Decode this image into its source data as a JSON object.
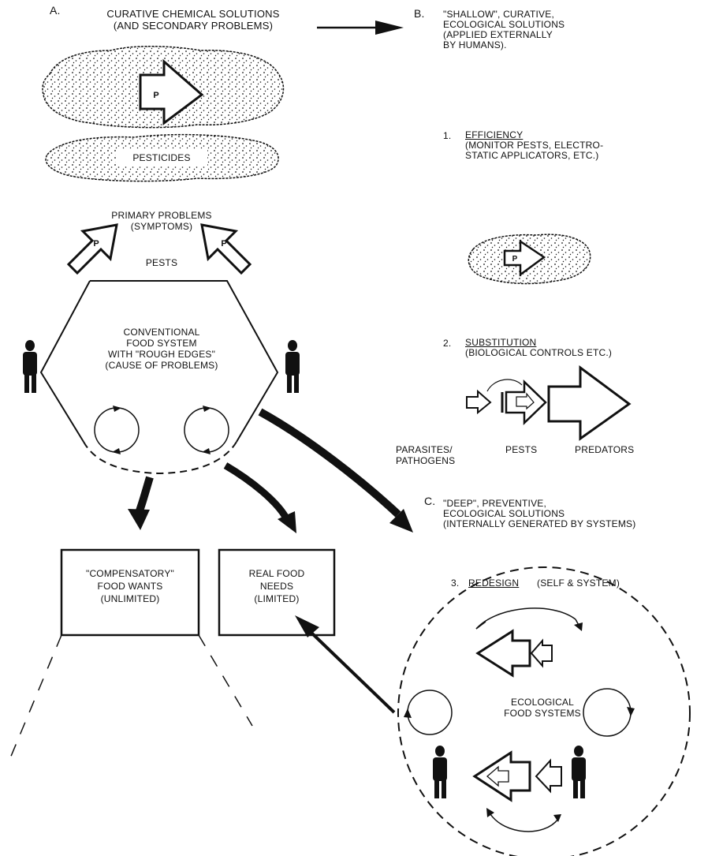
{
  "section_a": {
    "letter": "A.",
    "line1": "CURATIVE CHEMICAL SOLUTIONS",
    "line2": "(AND SECONDARY PROBLEMS)"
  },
  "section_b": {
    "letter": "B.",
    "line1": "\"SHALLOW\", CURATIVE,",
    "line2": "ECOLOGICAL SOLUTIONS",
    "line3": "(APPLIED EXTERNALLY",
    "line4": "BY HUMANS)."
  },
  "pesticides": {
    "label": "PESTICIDES"
  },
  "pest_marker": "P",
  "primary_problems": {
    "line1": "PRIMARY PROBLEMS",
    "line2": "(SYMPTOMS)",
    "pests": "PESTS"
  },
  "conventional_system": {
    "line1": "CONVENTIONAL",
    "line2": "FOOD SYSTEM",
    "line3": "WITH \"ROUGH EDGES\"",
    "line4": "(CAUSE OF PROBLEMS)"
  },
  "efficiency": {
    "number": "1.",
    "title": "EFFICIENCY",
    "line2": "(MONITOR PESTS, ELECTRO-",
    "line3": "STATIC APPLICATORS, ETC.)"
  },
  "substitution": {
    "number": "2.",
    "title": "SUBSTITUTION",
    "line2": "(BIOLOGICAL CONTROLS ETC.)"
  },
  "organisms": {
    "parasites_line1": "PARASITES/",
    "parasites_line2": "PATHOGENS",
    "pests": "PESTS",
    "predators": "PREDATORS"
  },
  "section_c": {
    "letter": "C.",
    "line1": "\"DEEP\", PREVENTIVE,",
    "line2": "ECOLOGICAL SOLUTIONS",
    "line3": "(INTERNALLY GENERATED BY SYSTEMS)"
  },
  "wants_box": {
    "line1": "\"COMPENSATORY\"",
    "line2": "FOOD WANTS",
    "line3": "(UNLIMITED)"
  },
  "needs_box": {
    "line1": "REAL FOOD",
    "line2": "NEEDS",
    "line3": "(LIMITED)"
  },
  "redesign": {
    "number": "3.",
    "title": "REDESIGN",
    "subtitle": "(SELF & SYSTEM)"
  },
  "ecological_system": {
    "line1": "ECOLOGICAL",
    "line2": "FOOD SYSTEMS"
  }
}
